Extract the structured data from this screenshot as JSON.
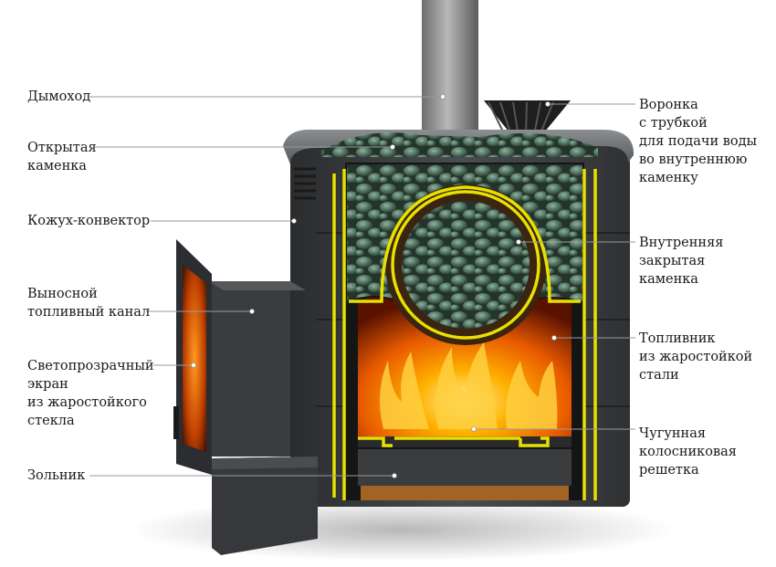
{
  "labels": {
    "chimney": "Дымоход",
    "open_heater": "Открытая\nкаменка",
    "convector_casing": "Кожух-конвектор",
    "remote_fuel_channel": "Выносной\nтопливный канал",
    "glass_screen": "Светопрозрачный\nэкран\nиз жаростойкого\nстекла",
    "ash_pan": "Зольник",
    "funnel": "Воронка\nс трубкой\nдля подачи воды\nво внутреннюю\nкаменку",
    "inner_closed_heater": "Внутренняя\nзакрытая\nкаменка",
    "firebox": "Топливник\nиз жаростойкой\nстали",
    "cast_iron_grate": "Чугунная\nколосниковая\nрешетка"
  },
  "colors": {
    "highlight_outline": "#e8e000",
    "steel": "#3c3f42",
    "fire": "#ff7a00",
    "stone": "#4f6e5c",
    "leader_line": "#9a9a9a"
  }
}
